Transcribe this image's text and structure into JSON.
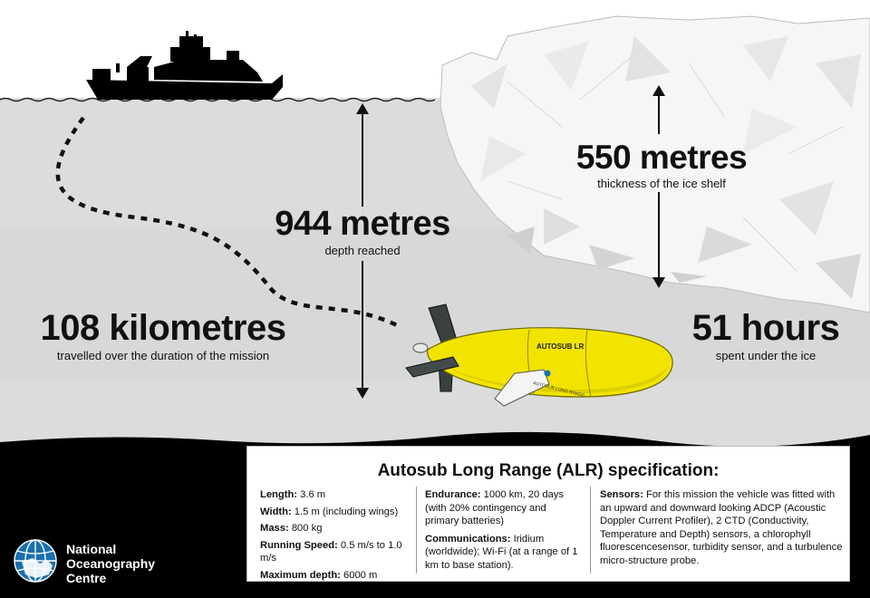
{
  "stats": {
    "depth": {
      "value": "944 metres",
      "caption": "depth reached"
    },
    "ice": {
      "value": "550 metres",
      "caption": "thickness of the ice shelf"
    },
    "distance": {
      "value": "108 kilometres",
      "caption": "travelled over the duration of the mission"
    },
    "time": {
      "value": "51 hours",
      "caption": "spent under the ice"
    }
  },
  "vehicle": {
    "name_label": "AUTOSUB LR",
    "side_label": "AUTOSUB LONG RANGE",
    "body_color": "#f2e400"
  },
  "specification": {
    "title": "Autosub Long Range (ALR) specification:",
    "col1": [
      {
        "label": "Length:",
        "value": " 3.6 m"
      },
      {
        "label": "Width:",
        "value": " 1.5 m (including wings)"
      },
      {
        "label": "Mass:",
        "value": " 800 kg"
      },
      {
        "label": "Running Speed:",
        "value": " 0.5 m/s to 1.0 m/s"
      },
      {
        "label": "Maximum depth:",
        "value": " 6000 m"
      }
    ],
    "col2": [
      {
        "label": "Endurance:",
        "value": " 1000 km, 20 days (with 20% contingency and primary batteries)"
      },
      {
        "label": "Communications:",
        "value": " Iridium (worldwide); Wi-Fi (at a range of 1 km to base station)."
      }
    ],
    "col3": [
      {
        "label": "Sensors:",
        "value": " For this mission the vehicle was fitted with an upward and downward looking ADCP (Acoustic Doppler Current Profiler), 2 CTD (Conductivity, Temperature and Depth) sensors, a chlorophyll fluorescencesensor, turbidity sensor, and a turbulence micro-structure probe."
      }
    ]
  },
  "logo": {
    "line1": "National",
    "line2": "Oceanography",
    "line3": "Centre"
  },
  "colors": {
    "sky": "#ffffff",
    "water": "#dcdcdc",
    "seabed": "#000000",
    "ice": "#f7f7f7",
    "vehicle": "#f2e400"
  }
}
